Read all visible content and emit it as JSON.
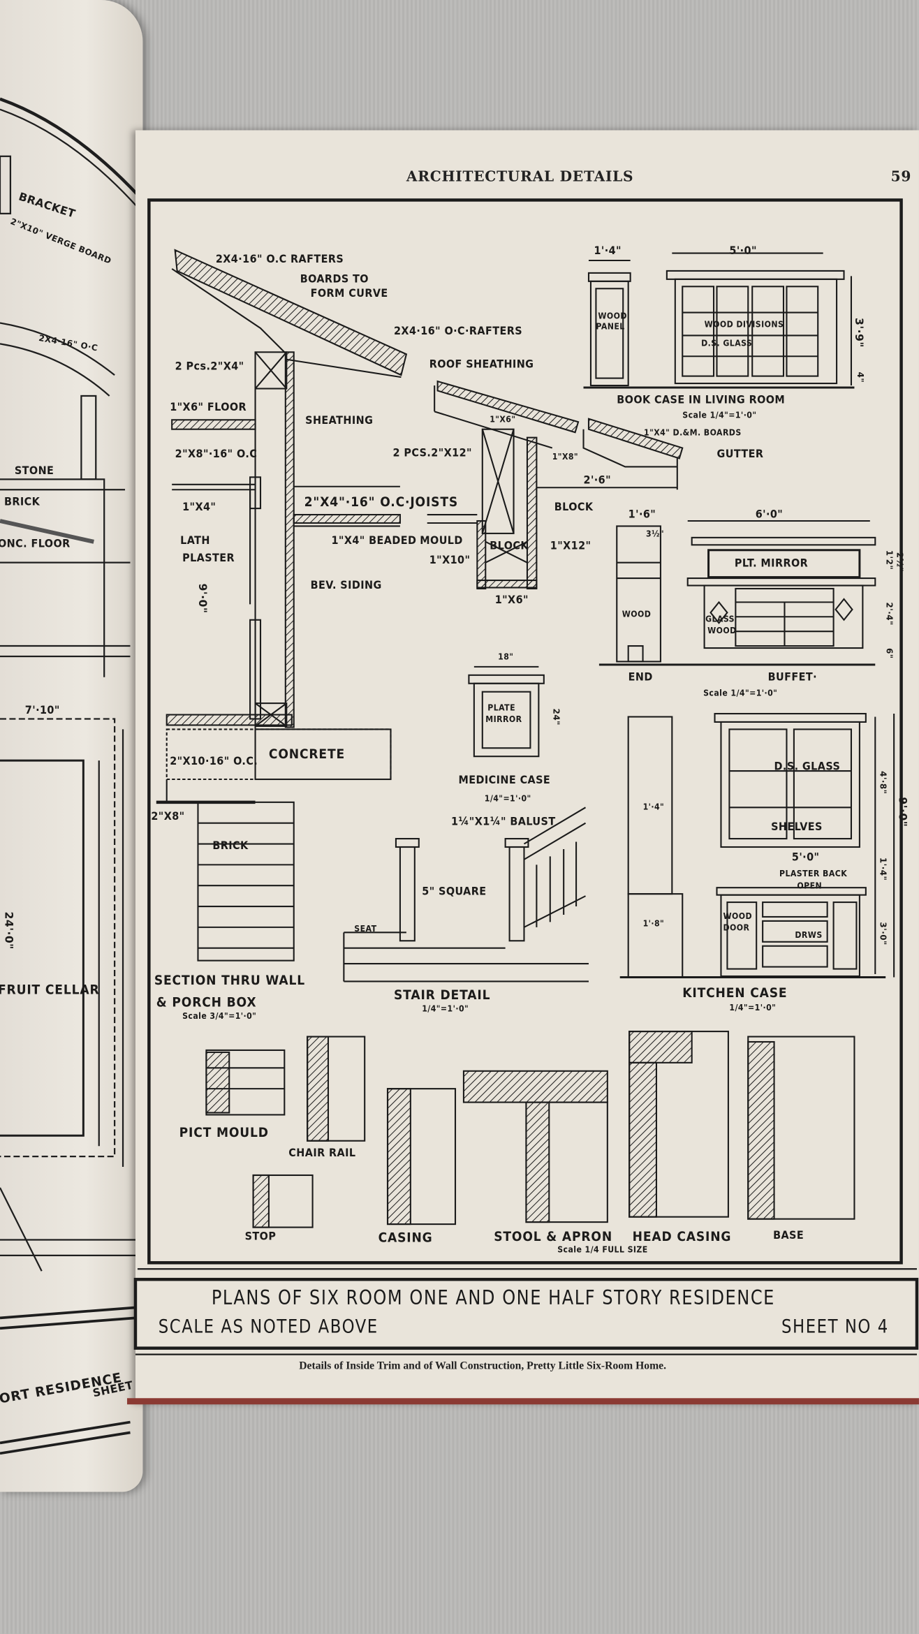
{
  "header": {
    "title": "ARCHITECTURAL DETAILS",
    "page_number": "59"
  },
  "left_page": {
    "labels": [
      "BRACKET",
      "2\"X10\" VERGE BOARD",
      "2X4·16\" O·C",
      "STONE",
      "BRICK",
      "ONC. FLOOR",
      "7'·10\"",
      "24'·0\"",
      "FRUIT CELLAR",
      "ORT RESIDENCE",
      "SHEET"
    ]
  },
  "section": {
    "labels": [
      "2X4·16\" O.C RAFTERS",
      "BOARDS TO",
      "FORM CURVE",
      "2X4·16\" O·C·RAFTERS",
      "2 Pcs.2\"X4\"",
      "ROOF SHEATHING",
      "1\"X6\" FLOOR",
      "SHEATHING",
      "2\"X8\"·16\" O.C",
      "2\"X4\"·16\" O.C·JOISTS",
      "1\"X4\"",
      "1\"X4\" BEADED",
      "LATH",
      "PLASTER",
      "BEV. SIDING",
      "9'·0\"",
      "CONCRETE",
      "2\"X10·16\" O.C.",
      "2\"X8\"",
      "BRICK"
    ],
    "title": "SECTION THRU WALL",
    "title2": "& PORCH BOX",
    "scale": "Scale 3/4\"=1'·0\""
  },
  "cornice": {
    "labels": [
      "1\"X6\"",
      "2 PCS.2\"X12\"",
      "1\"X8\"",
      "BLOCK",
      "MOULD",
      "BLOCK",
      "1\"X12\"",
      "1\"X10\"",
      "1\"X6\"",
      "2'·6\"",
      "1\"X4\" D.&M. BOARDS",
      "GUTTER"
    ]
  },
  "bookcase": {
    "labels": [
      "1'·4\"",
      "5'·0\"",
      "WOOD",
      "PANEL",
      "WOOD DIVISIONS",
      "D.S. GLASS",
      "3'·9\"",
      "4\""
    ],
    "title": "BOOK CASE IN LIVING ROOM",
    "scale": "Scale 1/4\"=1'·0\""
  },
  "buffet": {
    "labels": [
      "1'·6\"",
      "3½\"",
      "6'·0\"",
      "PLT. MIRROR",
      "WOOD",
      "GLASS",
      "WOOD",
      "1'2\"",
      "2½\"",
      "2'·4\"",
      "6\"",
      "END"
    ],
    "title": "BUFFET·",
    "scale": "Scale 1/4\"=1'·0\""
  },
  "medicine_case": {
    "labels": [
      "18\"",
      "PLATE",
      "MIRROR",
      "24\""
    ],
    "title": "MEDICINE CASE",
    "scale": "1/4\"=1'·0\""
  },
  "stair": {
    "labels": [
      "1¼\"X1¼\" BALUST",
      "5\" SQUARE",
      "SEAT"
    ],
    "title": "STAIR DETAIL",
    "scale": "1/4\"=1'·0\""
  },
  "kitchen_case": {
    "labels": [
      "1'·4\"",
      "1'·8\"",
      "D.S. GLASS",
      "SHELVES",
      "5'·0\"",
      "PLASTER BACK",
      "OPEN",
      "WOOD",
      "DOOR",
      "DRWS",
      "4'·8\"",
      "9'·0\"",
      "1'·4\"",
      "3'·0\""
    ],
    "title": "KITCHEN CASE",
    "scale": "1/4\"=1'·0\""
  },
  "trim": {
    "labels": [
      "PICT MOULD",
      "CHAIR RAIL",
      "STOP",
      "CASING",
      "STOOL & APRON",
      "HEAD CASING",
      "BASE"
    ],
    "scale": "Scale 1/4 FULL SIZE"
  },
  "title_block": {
    "title": "PLANS OF SIX ROOM ONE AND ONE HALF STORY RESIDENCE",
    "scale": "SCALE AS NOTED ABOVE",
    "sheet": "SHEET NO 4"
  },
  "caption": "Details of Inside Trim and of Wall Construction, Pretty Little Six-Room Home."
}
